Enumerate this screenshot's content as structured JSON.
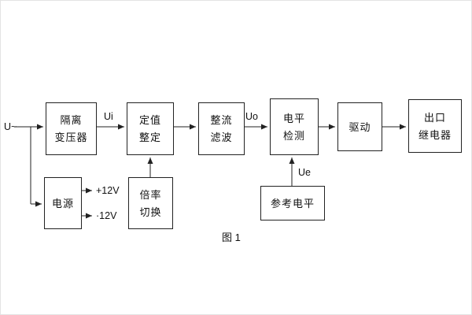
{
  "caption": "图 1",
  "signals": {
    "input": "U~",
    "ui": "Ui",
    "uo": "Uo",
    "ue": "Ue",
    "plus12v": "+12V",
    "minus12v": "·12V"
  },
  "blocks": {
    "isolation_transformer": {
      "line1": "隔离",
      "line2": "变压器"
    },
    "value_setting": {
      "line1": "定值",
      "line2": "整定"
    },
    "rectifier_filter": {
      "line1": "整流",
      "line2": "滤波"
    },
    "level_detection": {
      "line1": "电平",
      "line2": "检测"
    },
    "driver": {
      "line1": "驱动"
    },
    "output_relay": {
      "line1": "出口",
      "line2": "继电器"
    },
    "power_supply": {
      "line1": "电源"
    },
    "ratio_switching": {
      "line1": "倍率",
      "line2": "切换"
    },
    "reference_level": {
      "line1": "参考电平"
    }
  }
}
